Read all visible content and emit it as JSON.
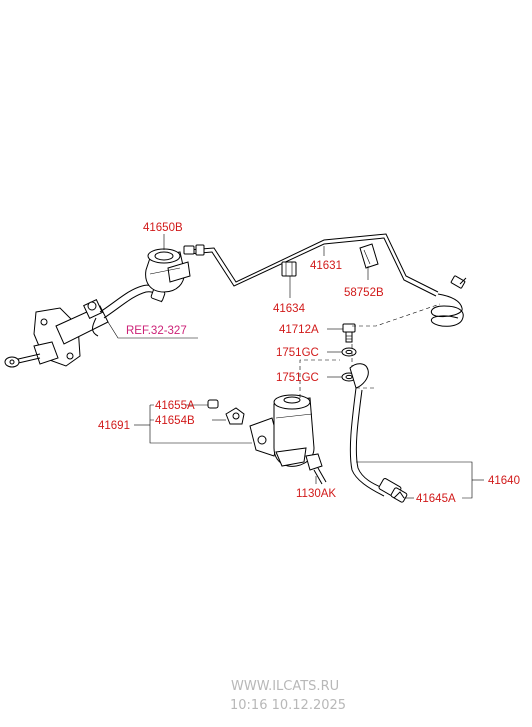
{
  "labels": {
    "p41650B": "41650B",
    "p41631": "41631",
    "p41634": "41634",
    "p58752B": "58752B",
    "ref": "REF.32-327",
    "p41712A": "41712A",
    "p1751GC_a": "1751GC",
    "p1751GC_b": "1751GC",
    "p41655A": "41655A",
    "p41654B": "41654B",
    "p41691": "41691",
    "p1130AK": "1130AK",
    "p41640": "41640",
    "p41645A": "41645A"
  },
  "watermark": {
    "site": "WWW.ILCATS.RU",
    "timestamp": "10:16 10.12.2025"
  }
}
